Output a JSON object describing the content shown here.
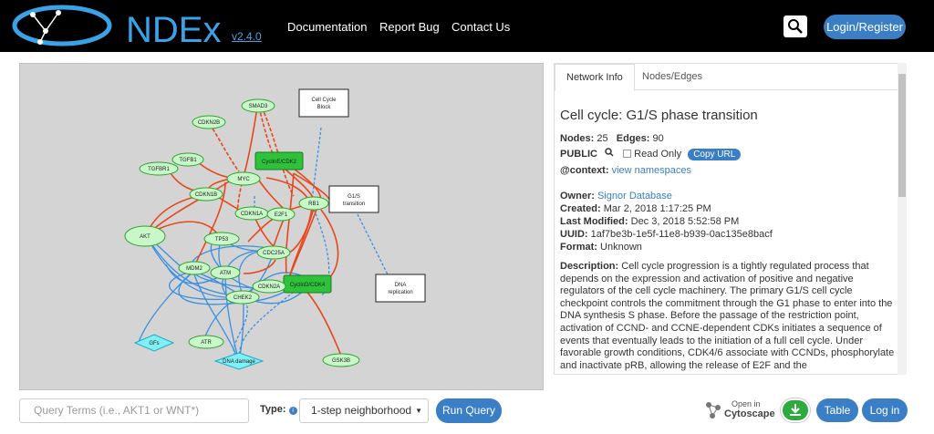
{
  "header": {
    "logo_text": "NDEx",
    "version": "v2.4.0",
    "nav": [
      "Documentation",
      "Report Bug",
      "Contact Us"
    ],
    "login_label": "Login/Register",
    "search_icon": "search-icon"
  },
  "graph": {
    "nodes": {
      "smad3": "SMAD3",
      "cdkn2b": "CDKN2B",
      "tgfb1": "TGFB1",
      "tgfbr1": "TGFBR1",
      "cyclin_e": "CyclinE/CDK2",
      "myc": "MYC",
      "cdkn1b": "CDKN1B",
      "cdkn1a": "CDKN1A",
      "e2f1": "E2F1",
      "rb1": "RB1",
      "akt": "AKT",
      "tp53": "TP53",
      "cdc25a": "CDC25A",
      "mdm2": "MDM2",
      "atm": "ATM",
      "cdkn2a": "CDKN2A",
      "cyclin_d": "CyclinD/CDK4",
      "chek2": "CHEK2",
      "gfs": "GFs",
      "atr": "ATR",
      "dna_damage": "DNA damage",
      "gsk3b": "GSK3B",
      "cell_cycle_block_1": "Cell Cycle",
      "cell_cycle_block_2": "Block",
      "g1s_1": "G1/S",
      "g1s_2": "transition",
      "dna_rep_1": "DNA",
      "dna_rep_2": "replication"
    }
  },
  "panel": {
    "tabs": [
      "Network Info",
      "Nodes/Edges"
    ],
    "title": "Cell cycle: G1/S phase transition",
    "nodes_label": "Nodes:",
    "nodes_value": "25",
    "edges_label": "Edges:",
    "edges_value": "90",
    "visibility": "PUBLIC",
    "read_only_label": "Read Only",
    "copy_url_label": "Copy URL",
    "context_label": "@context:",
    "context_link": "view namespaces",
    "owner_label": "Owner:",
    "owner_value": "Signor Database",
    "created_label": "Created:",
    "created_value": "Mar 2, 2018 1:17:25 PM",
    "modified_label": "Last Modified:",
    "modified_value": "Dec 3, 2018 5:52:58 PM",
    "uuid_label": "UUID:",
    "uuid_value": "1af7be3b-1e5f-11e8-b939-0ac135e8bacf",
    "format_label": "Format:",
    "format_value": "Unknown",
    "description_label": "Description:",
    "description": "Cell cycle progression is a tightly regulated process that depends on the expression and activation of positive and negative regulators of the cell cycle machinery. The primary G1/S cell cycle checkpoint controls the commitment through the G1 phase to enter into the DNA synthesis S phase. Before the passage of the restriction point, activation of CCND- and CCNE-dependent CDKs initiates a sequence of events that eventually leads to the initiation of a full cell cycle. Under favorable growth conditions, CDK4/6 associate with CCNDs, phosphorylate and inactivate pRB, allowing the release of E2F and the"
  },
  "bottom": {
    "query_placeholder": "Query Terms (i.e., AKT1 or WNT*)",
    "type_label": "Type:",
    "type_value": "1-step neighborhood",
    "run_query_label": "Run Query",
    "open_in_label": "Open in",
    "cytoscape_label": "Cytoscape",
    "table_label": "Table",
    "login_label": "Log in"
  },
  "colors": {
    "accent": "#3a7ec5",
    "activation_edge": "#e8471c",
    "inhibition_edge": "#3b8fe0",
    "node_fill": "#c9f7c9",
    "complex_fill": "#2ec13a",
    "phenotype_fill": "#ffffff",
    "stimulus_fill": "#7ff0f4"
  }
}
